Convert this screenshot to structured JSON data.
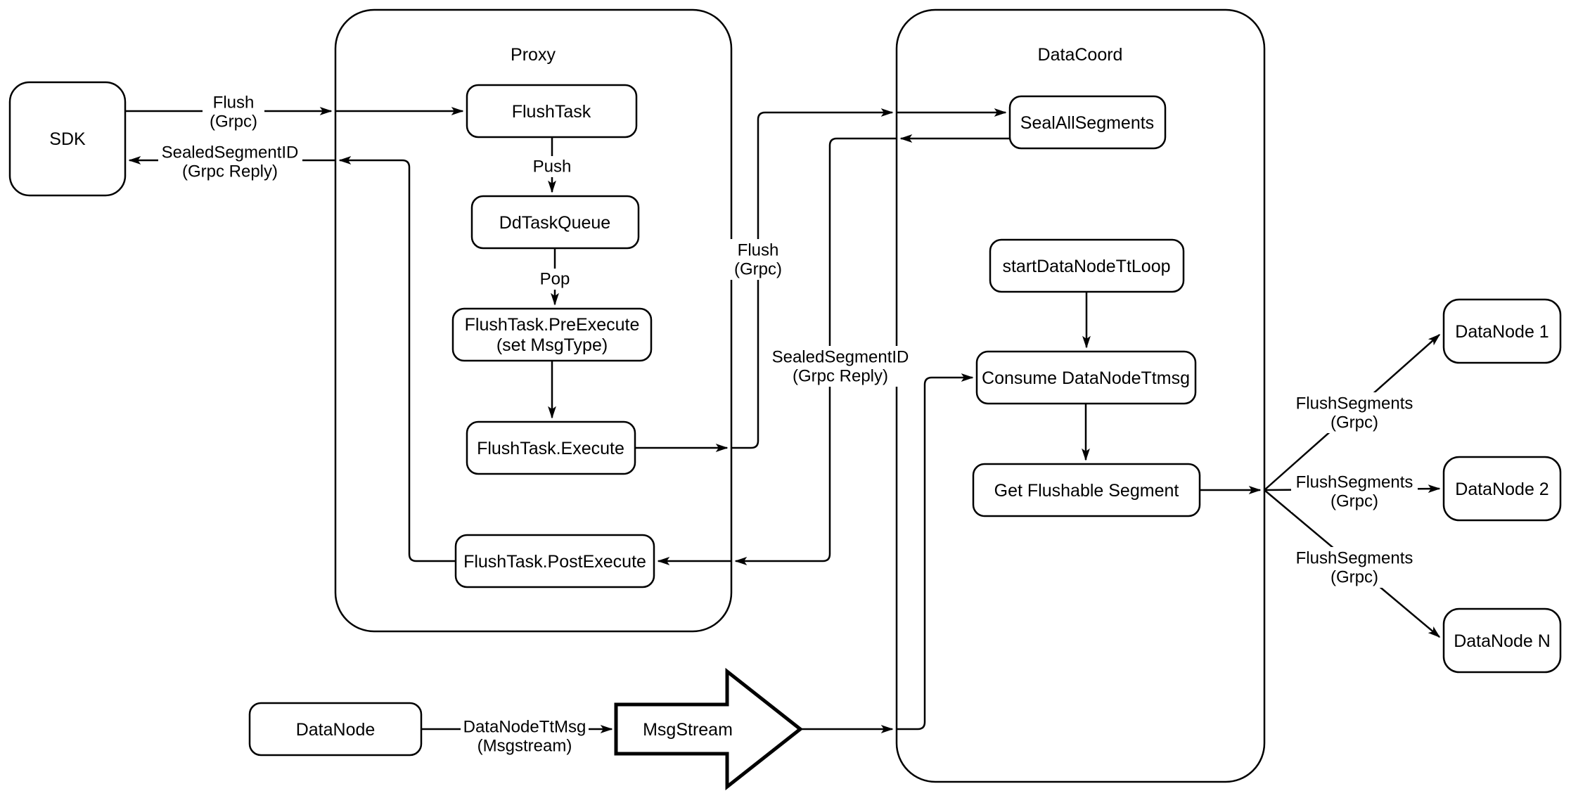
{
  "containers": {
    "proxy": {
      "label": "Proxy"
    },
    "datacoord": {
      "label": "DataCoord"
    }
  },
  "nodes": {
    "sdk": {
      "label": "SDK"
    },
    "flush_task": {
      "label": "FlushTask"
    },
    "dd_task_queue": {
      "label": "DdTaskQueue"
    },
    "pre_execute": {
      "line1": "FlushTask.PreExecute",
      "line2": "(set MsgType)"
    },
    "execute": {
      "label": "FlushTask.Execute"
    },
    "post_execute": {
      "label": "FlushTask.PostExecute"
    },
    "seal_all_segments": {
      "label": "SealAllSegments"
    },
    "start_datanode_tt_loop": {
      "label": "startDataNodeTtLoop"
    },
    "consume_datanode_ttmsg": {
      "label": "Consume DataNodeTtmsg"
    },
    "get_flushable_segment": {
      "label": "Get Flushable Segment"
    },
    "datanode_1": {
      "label": "DataNode 1"
    },
    "datanode_2": {
      "label": "DataNode 2"
    },
    "datanode_n": {
      "label": "DataNode N"
    },
    "datanode": {
      "label": "DataNode"
    },
    "msgstream": {
      "label": "MsgStream"
    }
  },
  "edge_labels": {
    "flush_sdk": {
      "line1": "Flush",
      "line2": "(Grpc)"
    },
    "sealed_segment_sdk": {
      "line1": "SealedSegmentID",
      "line2": "(Grpc Reply)"
    },
    "push": {
      "label": "Push"
    },
    "pop": {
      "label": "Pop"
    },
    "flush_datacoord": {
      "line1": "Flush",
      "line2": "(Grpc)"
    },
    "sealed_segment_proxy": {
      "line1": "SealedSegmentID",
      "line2": "(Grpc Reply)"
    },
    "flush_segments_1": {
      "line1": "FlushSegments",
      "line2": "(Grpc)"
    },
    "flush_segments_2": {
      "line1": "FlushSegments",
      "line2": "(Grpc)"
    },
    "flush_segments_3": {
      "line1": "FlushSegments",
      "line2": "(Grpc)"
    },
    "datanode_tt_msg": {
      "line1": "DataNodeTtMsg",
      "line2": "(Msgstream)"
    }
  },
  "colors": {
    "stroke": "#000000",
    "fill": "#ffffff",
    "background": "#ffffff"
  }
}
